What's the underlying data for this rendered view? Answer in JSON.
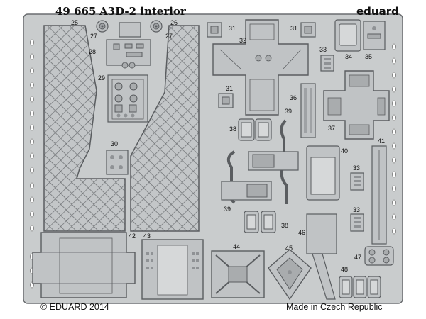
{
  "header": {
    "code": "49 665",
    "title": "A3D-2 interior",
    "brand": "eduard"
  },
  "footer": {
    "copyright": "© EDUARD 2014",
    "origin": "Made in Czech Republic"
  },
  "part_numbers": [
    "25",
    "26",
    "27",
    "27",
    "28",
    "29",
    "30",
    "31",
    "31",
    "31",
    "32",
    "33",
    "33",
    "33",
    "34",
    "35",
    "36",
    "37",
    "38",
    "38",
    "39",
    "39",
    "40",
    "41",
    "42",
    "43",
    "44",
    "45",
    "46",
    "47",
    "48"
  ],
  "colors": {
    "fret": "#c9cccd",
    "outline": "#5a5d60",
    "background": "#ffffff"
  }
}
